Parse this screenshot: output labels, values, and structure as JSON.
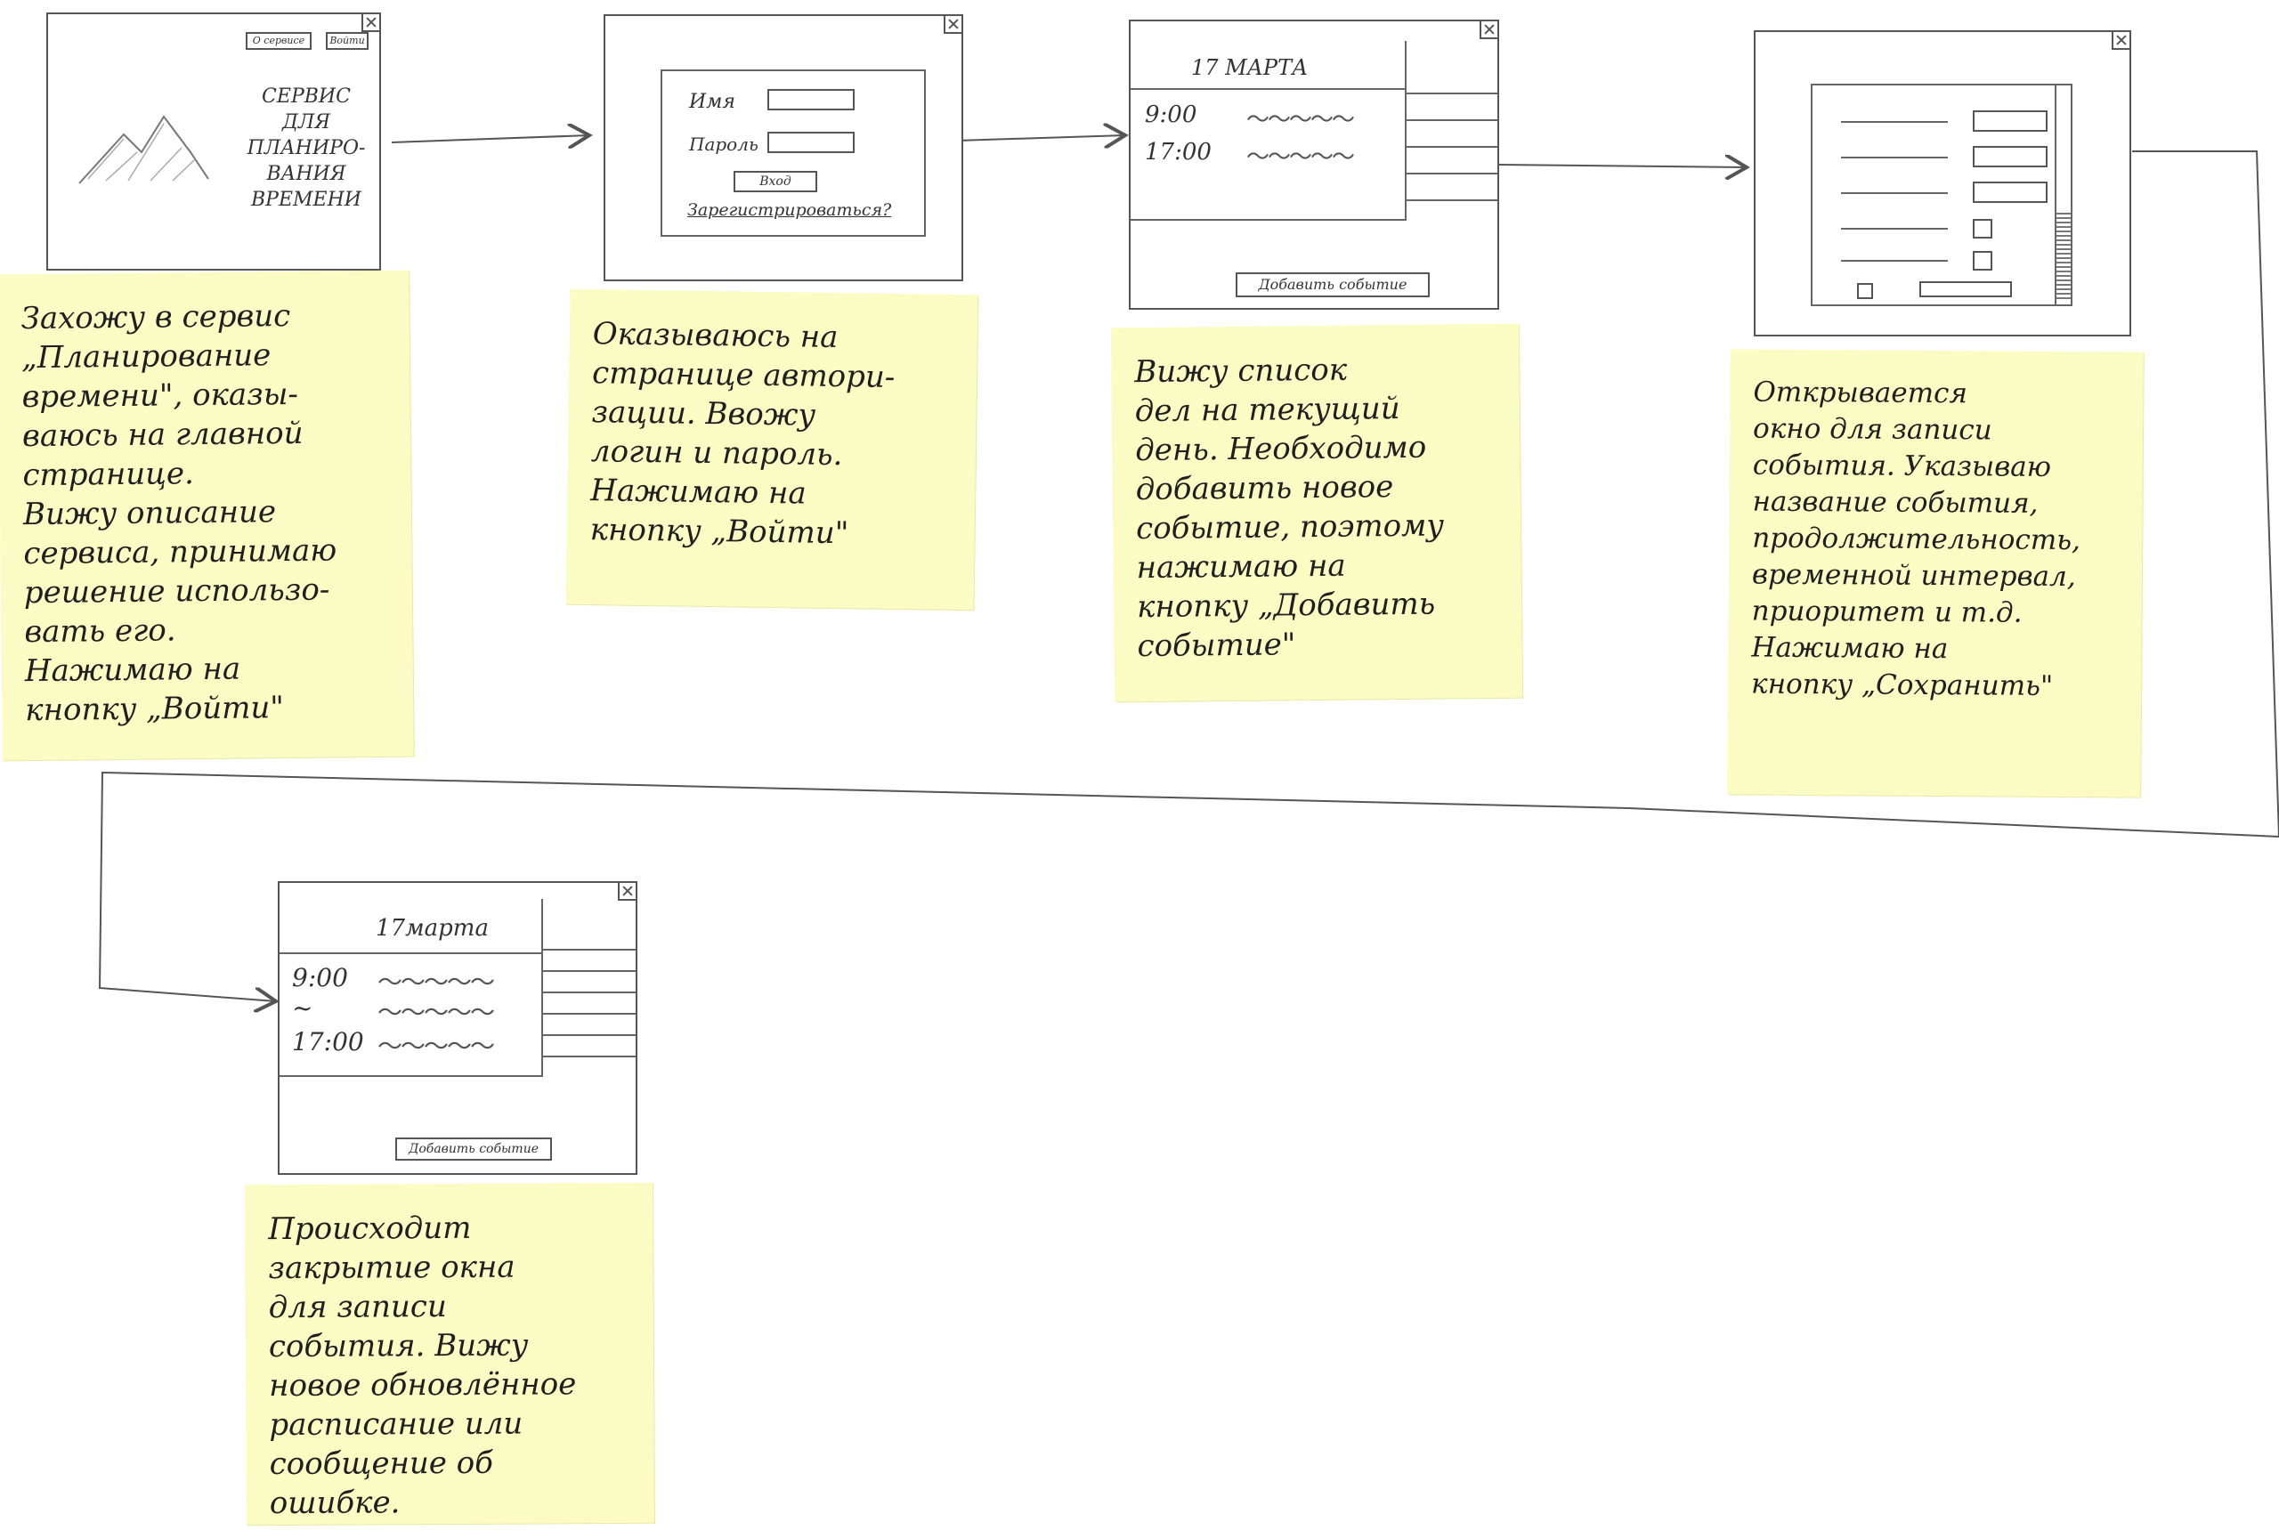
{
  "screens": {
    "home": {
      "top_buttons": [
        "О сервисе",
        "Войти"
      ],
      "service_text": "СЕРВИС\nДЛЯ\nПЛАНИРО-\nВАНИЯ\nВРЕМЕНИ"
    },
    "login": {
      "name_label": "Имя",
      "password_label": "Пароль",
      "submit_label": "Вход",
      "register_link": "Зарегистрироваться?"
    },
    "day_list": {
      "date": "17 МАРТА",
      "times": [
        "9:00",
        "17:00"
      ],
      "add_button": "Добавить событие"
    },
    "result": {
      "date": "17марта",
      "times": [
        "9:00",
        "~",
        "17:00"
      ],
      "add_button": "Добавить событие"
    }
  },
  "notes": {
    "note1": "Захожу в сервис\n„Планирование\nвремени\", оказы-\nваюсь на главной\nстранице.\nВижу описание\nсервиса, принимаю\nрешение использо-\nвать его.\nНажимаю на\nкнопку „Войти\"",
    "note2": "Оказываюсь на\nстранице автори-\nзации. Ввожу\nлогин и пароль.\nНажимаю на\nкнопку „Войти\"",
    "note3": "Вижу список\nдел на текущий\nдень. Необходимо\nдобавить новое\nсобытие, поэтому\nнажимаю на\nкнопку „Добавить\nсобытие\"",
    "note4": "Открывается\nокно для записи\nсобытия. Указываю\nназвание события,\nпродолжительность,\nвременной интервал,\nприоритет и т.д.\nНажимаю на\nкнопку „Сохранить\"",
    "note5": "Происходит\nзакрытие окна\nдля записи\nсобытия. Вижу\nновое обновлённое\nрасписание или\nсообщение об\nошибке."
  },
  "colors": {
    "sticky_note": "#fbfbc4",
    "pencil": "#555555"
  }
}
